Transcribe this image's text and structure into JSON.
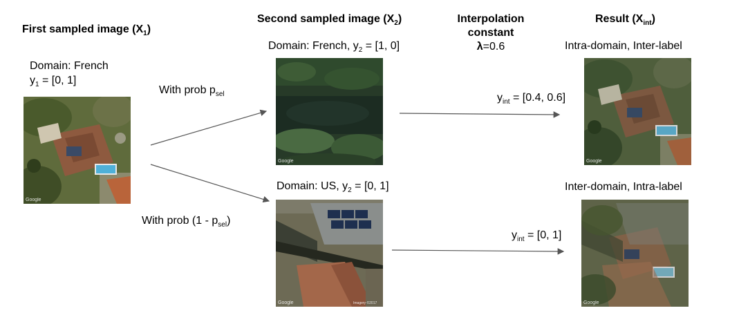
{
  "headers": {
    "first": {
      "text": "First sampled image (X",
      "sub": "1",
      "close": ")"
    },
    "second": {
      "text": "Second sampled image (X",
      "sub": "2",
      "close": ")"
    },
    "interp_line1": "Interpolation",
    "interp_line2": "constant",
    "lambda_symbol": "λ",
    "lambda_value": "=0.6",
    "result": {
      "text": "Result (X",
      "sub": "int",
      "close": ")"
    }
  },
  "first_image": {
    "domain": "Domain: French",
    "label": {
      "pre": "y",
      "sub": "1",
      "post": " = [0, 1]"
    },
    "watermark": "Google"
  },
  "branch_top": {
    "prob": {
      "pre": "With prob p",
      "sub": "sel",
      "post": ""
    },
    "domain": {
      "pre": "Domain: French, y",
      "sub": "2",
      "post": " = [1, 0]"
    },
    "y_int": {
      "pre": "y",
      "sub": "int",
      "post": " = [0.4, 0.6]"
    },
    "result_caption": "Intra-domain, Inter-label",
    "watermark": "Google"
  },
  "branch_bottom": {
    "prob": {
      "pre": "With prob (1 - p",
      "sub": "sel",
      "post": ")"
    },
    "domain": {
      "pre": "Domain: US,  y",
      "sub": "2",
      "post": " = [0, 1]"
    },
    "y_int": {
      "pre": "y",
      "sub": "int",
      "post": " = [0, 1]"
    },
    "result_caption": "Inter-domain, Intra-label",
    "watermark": "Google",
    "imagery_note": "Imagery ©2017"
  },
  "colors": {
    "arrow": "#555555",
    "text": "#000000",
    "background": "#ffffff"
  }
}
